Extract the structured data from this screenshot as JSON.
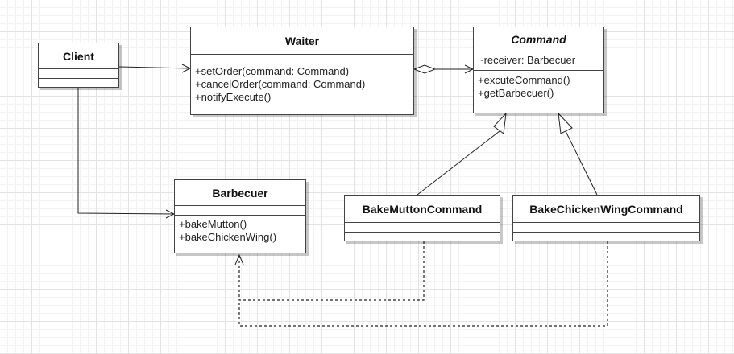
{
  "classes": {
    "client": {
      "name": "Client"
    },
    "waiter": {
      "name": "Waiter",
      "operations": [
        "+setOrder(command: Command)",
        "+cancelOrder(command: Command)",
        "+notifyExecute()"
      ]
    },
    "command": {
      "name": "Command",
      "attributes": [
        "~receiver: Barbecuer"
      ],
      "operations": [
        "+excuteCommand()",
        "+getBarbecuer()"
      ]
    },
    "barbecuer": {
      "name": "Barbecuer",
      "operations": [
        "+bakeMutton()",
        "+bakeChickenWing()"
      ]
    },
    "bake_mutton": {
      "name": "BakeMuttonCommand"
    },
    "bake_chicken": {
      "name": "BakeChickenWingCommand"
    }
  },
  "relationships": [
    {
      "from": "Client",
      "to": "Waiter",
      "kind": "association"
    },
    {
      "from": "Client",
      "to": "Barbecuer",
      "kind": "association"
    },
    {
      "from": "Waiter",
      "to": "Command",
      "kind": "aggregation"
    },
    {
      "from": "BakeMuttonCommand",
      "to": "Command",
      "kind": "generalization"
    },
    {
      "from": "BakeChickenWingCommand",
      "to": "Command",
      "kind": "generalization"
    },
    {
      "from": "BakeMuttonCommand",
      "to": "Barbecuer",
      "kind": "dependency"
    },
    {
      "from": "BakeChickenWingCommand",
      "to": "Barbecuer",
      "kind": "dependency"
    }
  ],
  "colors": {
    "line": "#222222",
    "box_border": "#444444",
    "grid": "#e3e3e3"
  }
}
